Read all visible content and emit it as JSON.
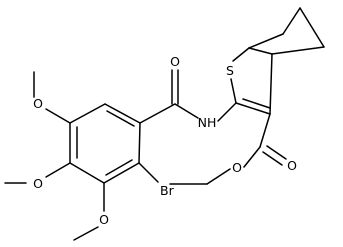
{
  "molecule": {
    "atom_labels": {
      "o_amide": "O",
      "nh": "NH",
      "s_ring": "S",
      "br": "Br",
      "o_ester_carbonyl": "O",
      "o_ester": "O",
      "o_meo_top": "O",
      "o_meo_mid": "O",
      "o_meo_bottom": "O"
    }
  }
}
